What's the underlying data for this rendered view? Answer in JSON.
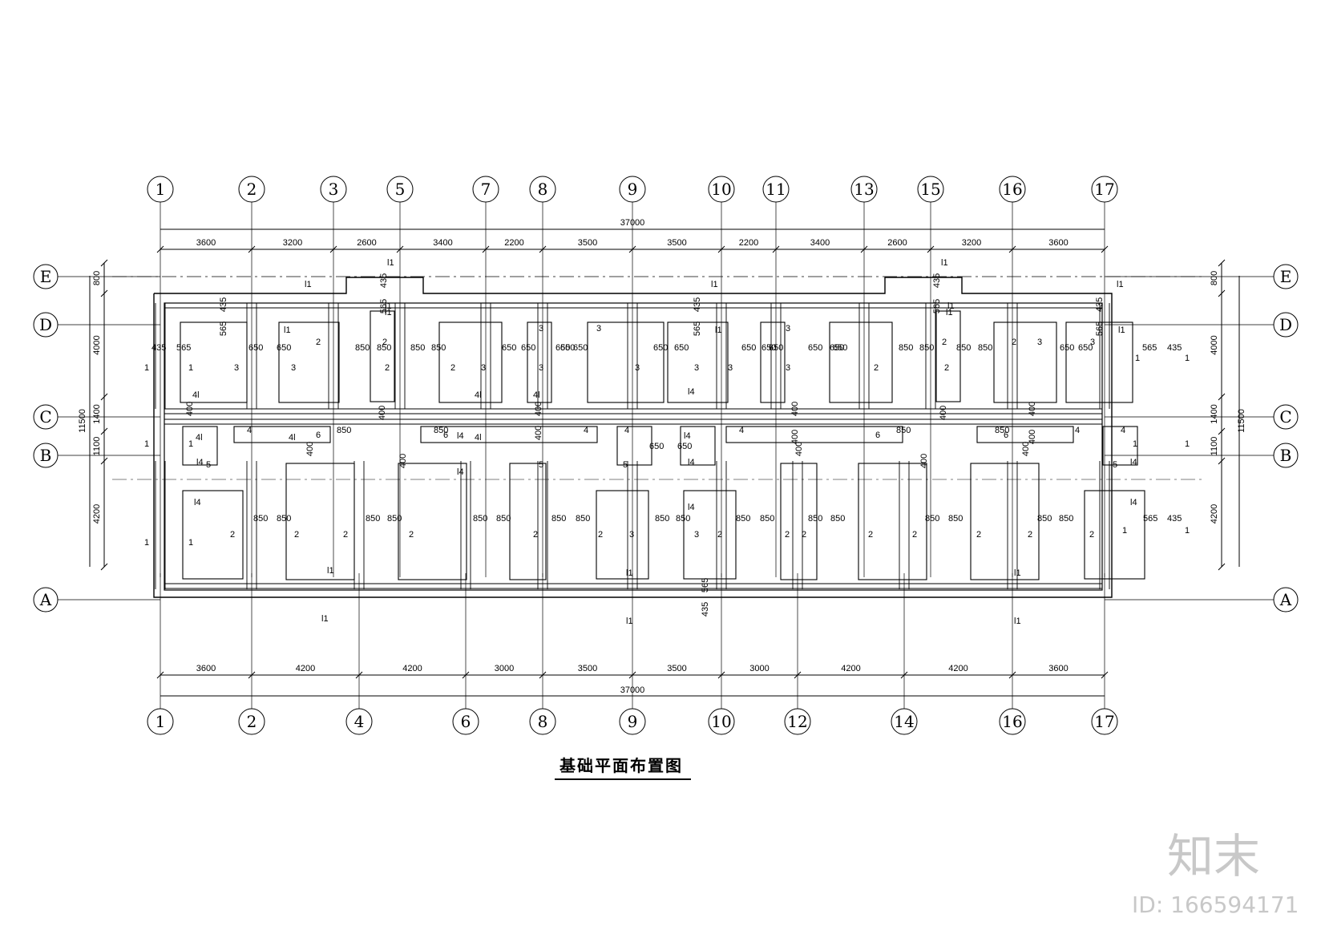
{
  "drawing": {
    "title": "基础平面布置图",
    "overall_dimension_top": "37000",
    "overall_dimension_bottom": "37000",
    "overall_dimension_side": "11500",
    "top_axes": [
      "1",
      "2",
      "3",
      "5",
      "7",
      "8",
      "9",
      "10",
      "11",
      "13",
      "15",
      "16",
      "17"
    ],
    "top_spacings": [
      "3600",
      "3200",
      "2600",
      "3400",
      "2200",
      "3500",
      "3500",
      "2200",
      "3400",
      "2600",
      "3200",
      "3600"
    ],
    "bottom_axes": [
      "1",
      "2",
      "4",
      "6",
      "8",
      "9",
      "10",
      "12",
      "14",
      "16",
      "17"
    ],
    "bottom_spacings": [
      "3600",
      "4200",
      "4200",
      "3000",
      "3500",
      "3500",
      "3000",
      "4200",
      "4200",
      "3600"
    ],
    "row_axes": [
      "E",
      "D",
      "C",
      "B",
      "A"
    ],
    "row_spacings": [
      "800",
      "4000",
      "1400",
      "1100",
      "4200"
    ],
    "beam_label": "l1",
    "labels": {
      "l1": "l1",
      "l4": "l4",
      "n1": "1",
      "n2": "2",
      "n3": "3",
      "n4": "4",
      "n5": "5",
      "n6": "6",
      "d850": "850",
      "d650": "650",
      "d565": "565",
      "d435": "435",
      "d400": "400",
      "d4l": "4l"
    }
  },
  "watermark": {
    "brand": "知末",
    "id_text": "ID: 166594171"
  }
}
